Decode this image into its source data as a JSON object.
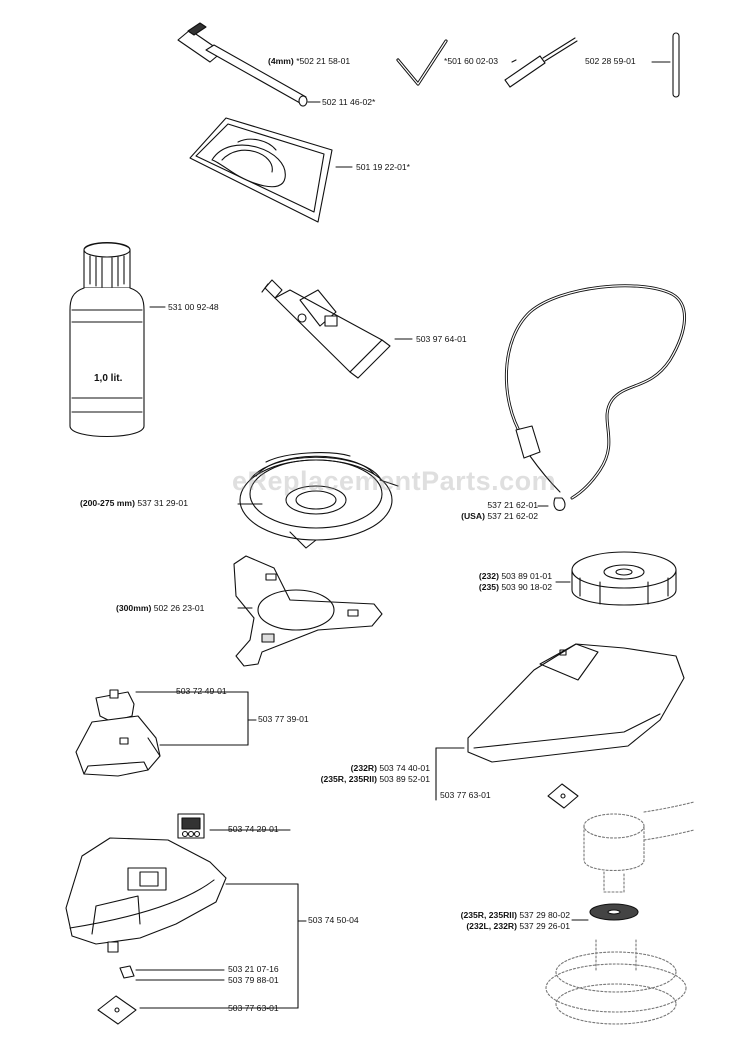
{
  "watermark": "eReplacementParts.com",
  "bottle_label": "1,0 lit.",
  "parts": {
    "combi_wrench": {
      "number": "502 11 46-02*"
    },
    "hex_key": {
      "qualifier": "(4mm)",
      "number": "*502 21 58-01"
    },
    "screwdriver": {
      "number": "*501 60 02-03"
    },
    "pin": {
      "number": "502 28 59-01"
    },
    "tool_bag": {
      "number": "501 19 22-01*"
    },
    "oil_bottle": {
      "number": "531 00 92-48"
    },
    "grease_tube": {
      "number": "503 97 64-01"
    },
    "harness": {
      "number": "537 21 62-01",
      "usa_qualifier": "(USA)",
      "usa_number": "537 21 62-02"
    },
    "trimmer_head": {
      "qualifier": "(200-275 mm)",
      "number": "537 31 29-01"
    },
    "blade_guard": {
      "qualifier": "(300mm)",
      "number": "502 26 23-01"
    },
    "spool": {
      "q1": "(232)",
      "n1": "503 89 01-01",
      "q2": "(235)",
      "n2": "503 90 18-02"
    },
    "small_guard_kit": {
      "bracket": "503 72 49-01",
      "assembly": "503 77 39-01"
    },
    "large_guard_kit": {
      "q1": "(232R)",
      "n1": "503 74 40-01",
      "q2": "(235R, 235RII)",
      "n2": "503 89 52-01",
      "plate": "503 77 63-01"
    },
    "main_guard_kit": {
      "decal": "503 74 29-01",
      "assembly": "503 74 50-04",
      "clip": "503 21 07-16",
      "screw": "503 79 88-01",
      "plate": "503 77 63-01"
    },
    "support_cup": {
      "q1": "(235R, 235RII)",
      "n1": "537 29 80-02",
      "q2": "(232L, 232R)",
      "n2": "537 29 26-01"
    }
  }
}
